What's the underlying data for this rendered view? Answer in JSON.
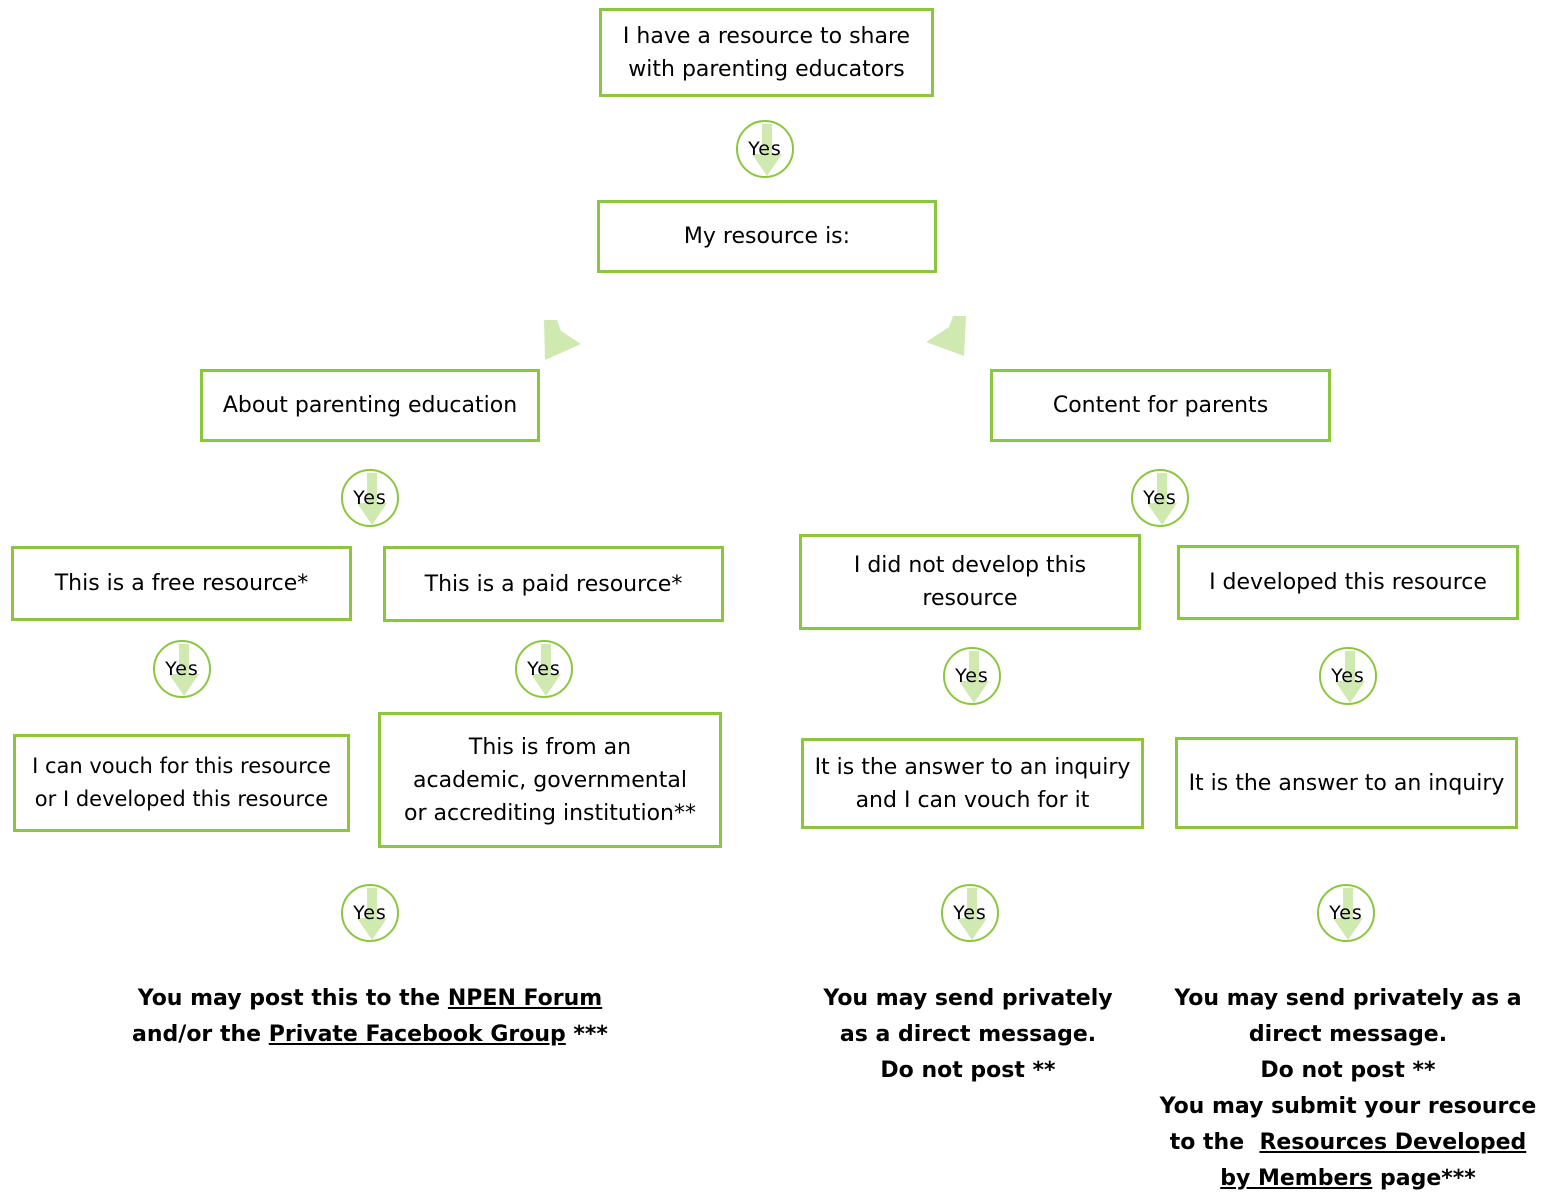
{
  "colors": {
    "accent": "#8cc63f",
    "arrow_fill": "#cfe9b0"
  },
  "yes_label": "Yes",
  "boxes": {
    "root": [
      "I have a resource to share",
      "with parenting educators"
    ],
    "resource_is": [
      "My resource is:"
    ],
    "about_education": [
      "About parenting education"
    ],
    "content_parents": [
      "Content for parents"
    ],
    "free": [
      "This is a free resource*"
    ],
    "paid": [
      "This is a paid resource*"
    ],
    "did_not_develop": [
      "I did not develop this",
      "resource"
    ],
    "developed": [
      "I developed this resource"
    ],
    "vouch": [
      "I can vouch for this resource",
      "or I developed this resource"
    ],
    "academic": [
      "This is from an",
      "academic, governmental",
      "or accrediting institution**"
    ],
    "inquiry_vouch": [
      "It is the answer to an inquiry",
      "and I can vouch for it"
    ],
    "inquiry": [
      "It is the answer to an inquiry"
    ]
  },
  "outcomes": {
    "post": {
      "l1_pre": "You may post this to the ",
      "l1_link": "NPEN Forum",
      "l2_pre": "and/or the ",
      "l2_link": "Private Facebook Group",
      "l2_post": " ***"
    },
    "private": [
      "You may send privately",
      "as a direct message.",
      "Do not post **"
    ],
    "submit": {
      "l1": "You may send privately as a",
      "l2": "direct message.",
      "l3": "Do not post **",
      "l4": "You may submit your resource",
      "l5_pre": "to the  ",
      "l5_link": "Resources Developed",
      "l6_link": "by Members",
      "l6_post": " page***"
    }
  }
}
